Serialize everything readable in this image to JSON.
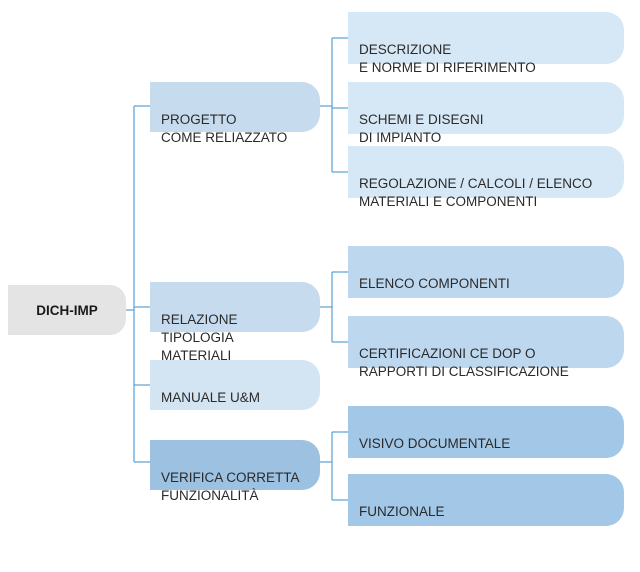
{
  "root": {
    "label": "DICH-IMP"
  },
  "branches": [
    {
      "label": "PROGETTO\nCOME RELIAZZATO",
      "children": [
        "DESCRIZIONE\nE NORME DI RIFERIMENTO",
        "SCHEMI E DISEGNI\nDI IMPIANTO",
        "REGOLAZIONE / CALCOLI / ELENCO\nMATERIALI E COMPONENTI"
      ]
    },
    {
      "label": "RELAZIONE TIPOLOGIA\nMATERIALI",
      "children": [
        "ELENCO COMPONENTI",
        "CERTIFICAZIONI CE DOP O\nRAPPORTI DI CLASSIFICAZIONE"
      ]
    },
    {
      "label": "MANUALE U&M",
      "children": []
    },
    {
      "label": "VERIFICA CORRETTA\nFUNZIONALITÀ",
      "children": [
        "VISIVO DOCUMENTALE",
        "FUNZIONALE"
      ]
    }
  ],
  "colors": {
    "connector": "#5a9fd4",
    "root_fill": "#e4e4e4"
  }
}
